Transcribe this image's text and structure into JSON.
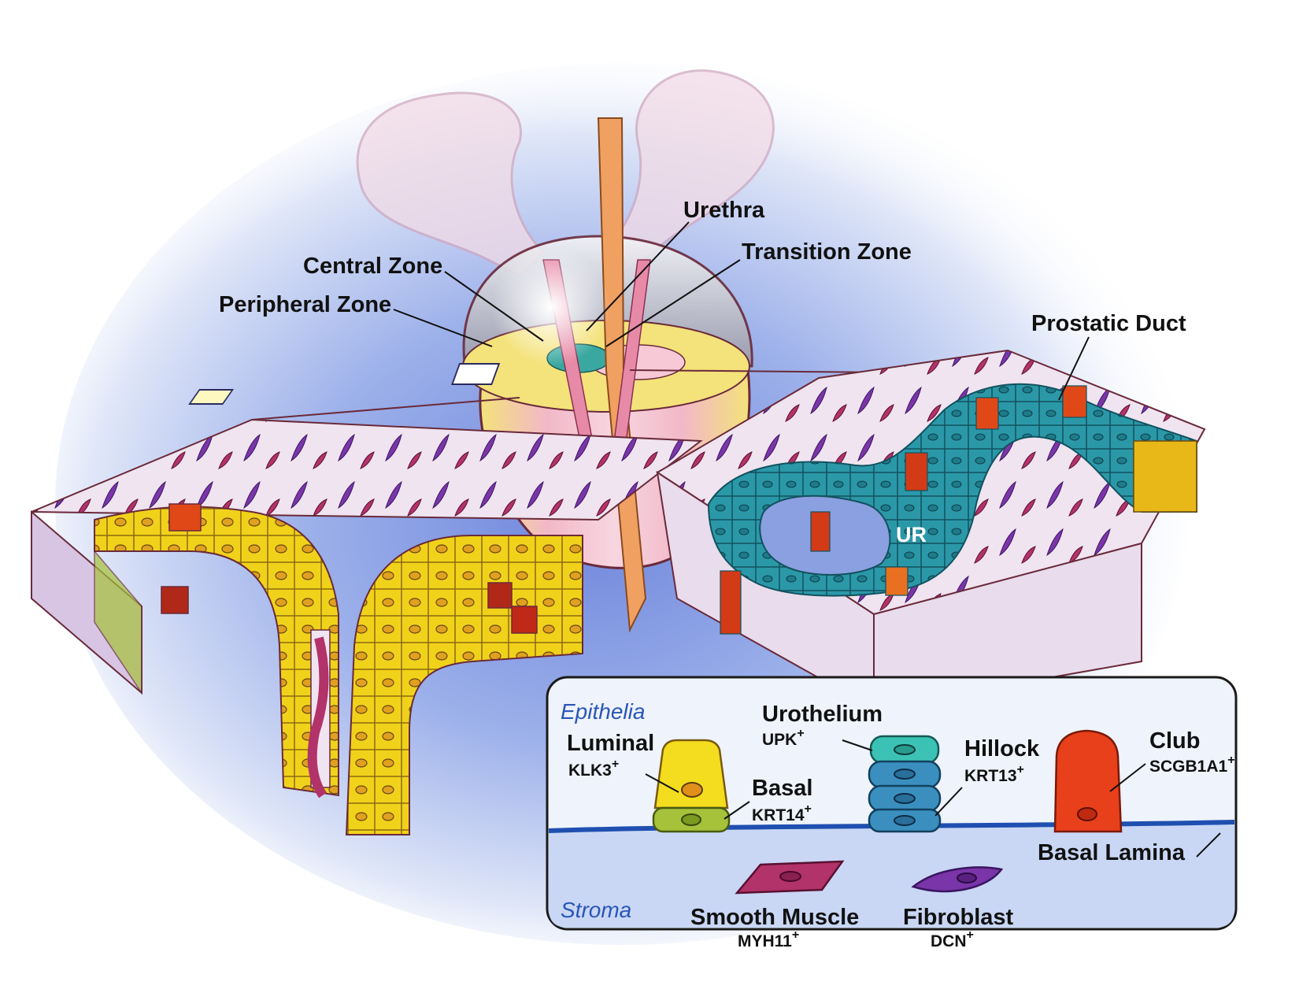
{
  "labels": {
    "urethra": "Urethra",
    "transition_zone": "Transition Zone",
    "central_zone": "Central Zone",
    "peripheral_zone": "Peripheral Zone",
    "prostatic_duct": "Prostatic Duct",
    "ur": "UR"
  },
  "legend": {
    "epithelia": "Epithelia",
    "stroma": "Stroma",
    "basal_lamina": "Basal Lamina",
    "cells": {
      "luminal": {
        "name": "Luminal",
        "marker": "KLK3",
        "sup": "+",
        "color": "#f4dd1e"
      },
      "basal": {
        "name": "Basal",
        "marker": "KRT14",
        "sup": "+",
        "color": "#a6c23a"
      },
      "urothelium": {
        "name": "Urothelium",
        "marker": "UPK",
        "sup": "+",
        "color": "#3cc2b4"
      },
      "hillock": {
        "name": "Hillock",
        "marker": "KRT13",
        "sup": "+",
        "color": "#3b8fbf"
      },
      "club": {
        "name": "Club",
        "marker": "SCGB1A1",
        "sup": "+",
        "color": "#e8401a"
      },
      "smooth_muscle": {
        "name": "Smooth Muscle",
        "marker": "MYH11",
        "sup": "+",
        "color": "#b2326a"
      },
      "fibroblast": {
        "name": "Fibroblast",
        "marker": "DCN",
        "sup": "+",
        "color": "#7a35a8"
      }
    }
  },
  "colors": {
    "background_glow": "#8fa6e8",
    "peripheral_zone": "#f3e07a",
    "central_zone": "#3aa8a0",
    "urethra": "#f0a060",
    "stroma": "#efe6f1",
    "basal_lamina": "#1f4fb0",
    "legend_fill": "#e6eefb",
    "legend_stroma": "#c7d6f5"
  }
}
